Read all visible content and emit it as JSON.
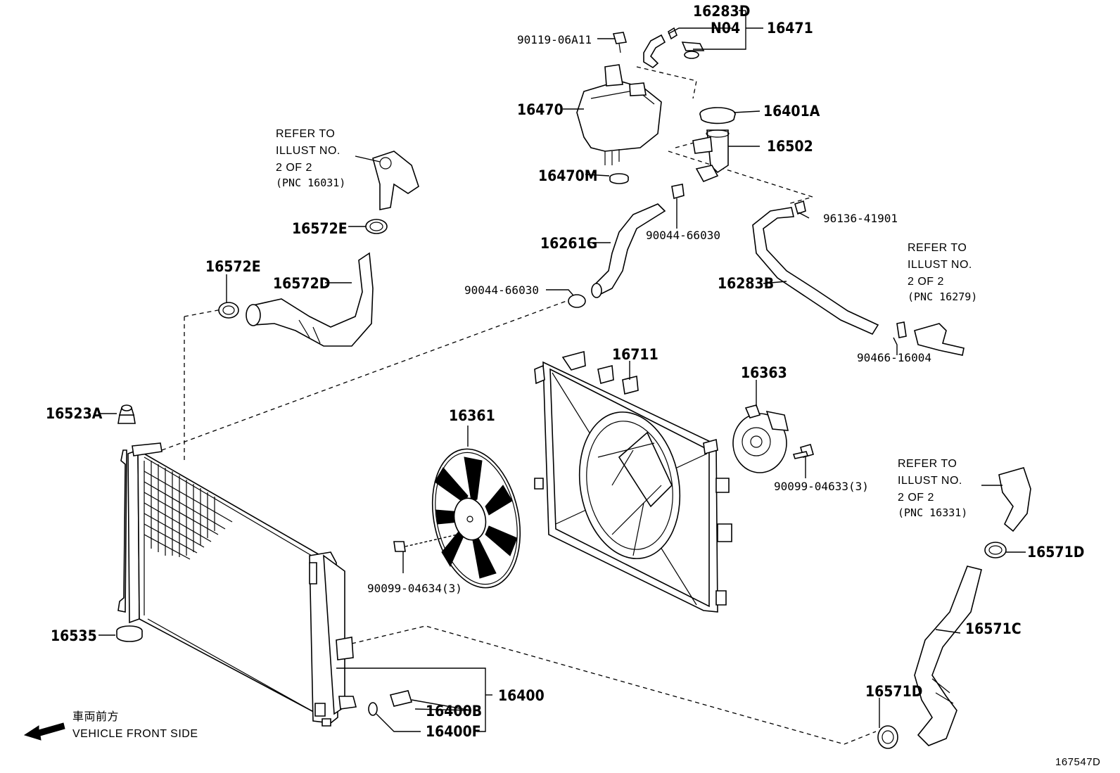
{
  "diagram_id": "167547D",
  "front_side": {
    "jp": "車両前方",
    "en": "VEHICLE FRONT SIDE"
  },
  "refer_notes": [
    {
      "id": "ref-16031",
      "l1": "REFER TO",
      "l2": "ILLUST NO.",
      "l3": "2 OF 2",
      "l4": "(PNC 16031)"
    },
    {
      "id": "ref-16279",
      "l1": "REFER TO",
      "l2": "ILLUST NO.",
      "l3": "2 OF 2",
      "l4": "(PNC 16279)"
    },
    {
      "id": "ref-16331",
      "l1": "REFER TO",
      "l2": "ILLUST NO.",
      "l3": "2 OF 2",
      "l4": "(PNC 16331)"
    }
  ],
  "parts": {
    "p16283D": "16283D",
    "pN04": "N04",
    "p16471": "16471",
    "p90119": "90119-06A11",
    "p16470": "16470",
    "p16401A": "16401A",
    "p16502": "16502",
    "p16470M": "16470M",
    "p16572E_top": "16572E",
    "p16572E_left": "16572E",
    "p16572D": "16572D",
    "p16261G": "16261G",
    "p90044_a": "90044-66030",
    "p90044_b": "90044-66030",
    "p96136": "96136-41901",
    "p16283B": "16283B",
    "p90466": "90466-16004",
    "p16711": "16711",
    "p16363": "16363",
    "p90099_04633": "90099-04633(3)",
    "p16361": "16361",
    "p90099_04634": "90099-04634(3)",
    "p16523A": "16523A",
    "p16535": "16535",
    "p16400": "16400",
    "p16400B": "16400B",
    "p16400F": "16400F",
    "p16571D_top": "16571D",
    "p16571C": "16571C",
    "p16571D_bot": "16571D"
  }
}
